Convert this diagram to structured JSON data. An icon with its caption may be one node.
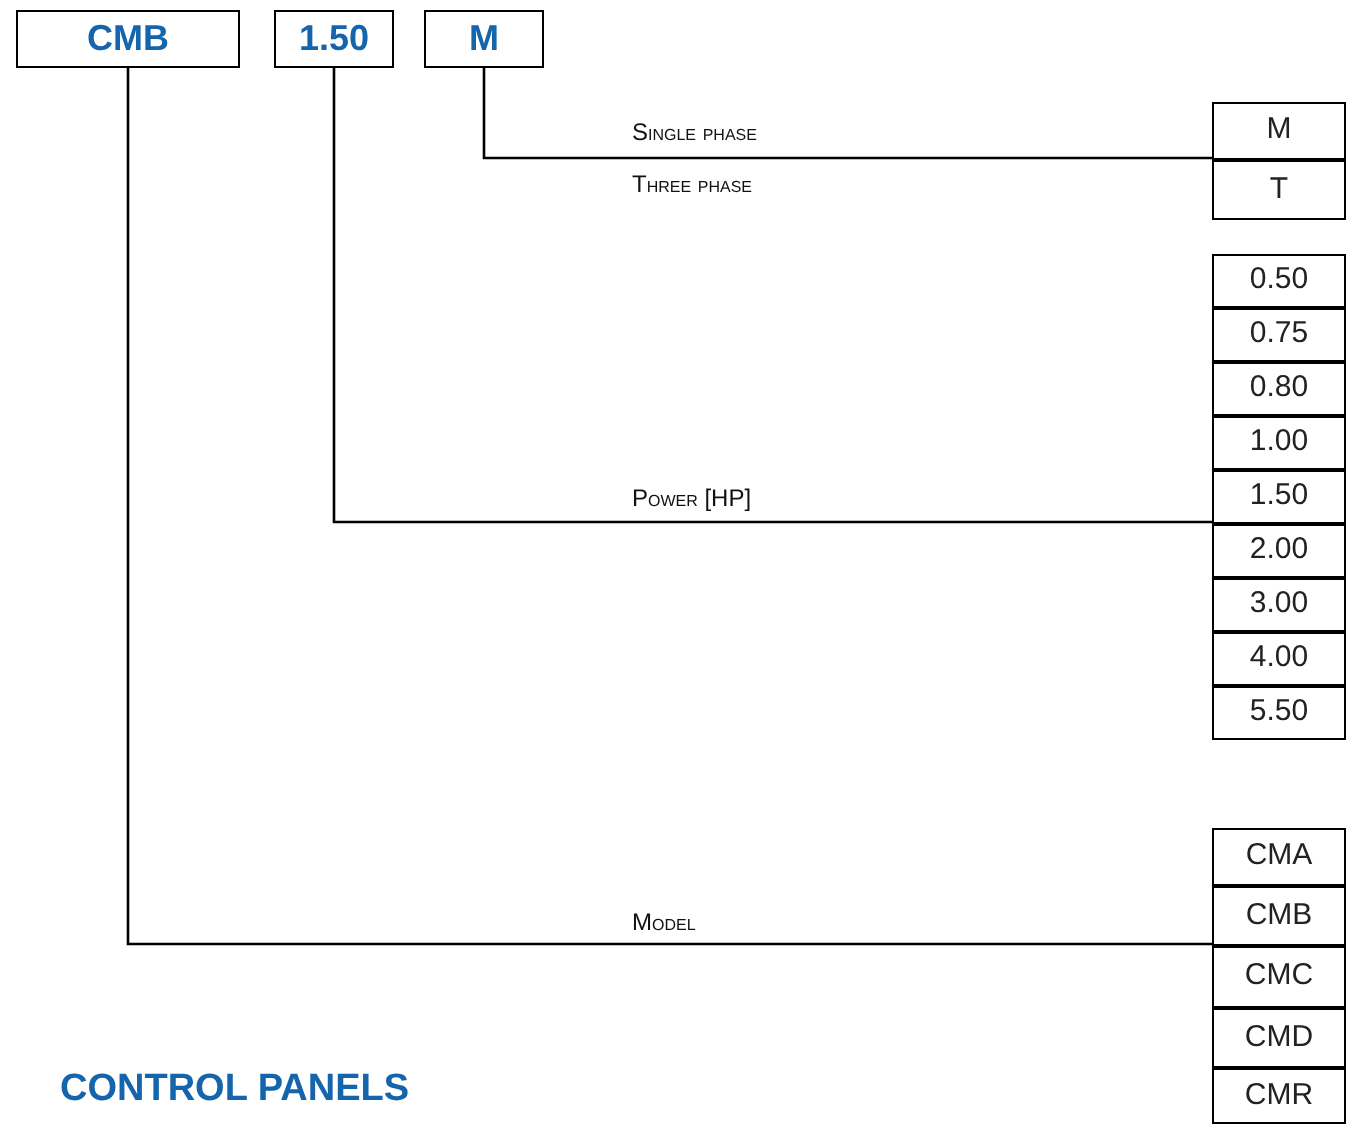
{
  "diagram": {
    "title": "CONTROL PANELS",
    "nodes": [
      {
        "text": [
          "CMB"
        ]
      },
      {
        "text": [
          "1.50"
        ]
      },
      {
        "text": [
          "M"
        ]
      },
      {
        "text": [
          "M"
        ]
      },
      {
        "text": [
          "T"
        ]
      },
      {
        "text": [
          "0.50"
        ]
      },
      {
        "text": [
          "0.75"
        ]
      },
      {
        "text": [
          "0.80"
        ]
      },
      {
        "text": [
          "1.00"
        ]
      },
      {
        "text": [
          "1.50"
        ]
      },
      {
        "text": [
          "2.00"
        ]
      },
      {
        "text": [
          "3.00"
        ]
      },
      {
        "text": [
          "4.00"
        ]
      },
      {
        "text": [
          "5.50"
        ]
      },
      {
        "text": [
          "CMA"
        ]
      },
      {
        "text": [
          "CMB"
        ]
      },
      {
        "text": [
          "CMC"
        ]
      },
      {
        "text": [
          "CMD"
        ]
      },
      {
        "text": [
          "CMR"
        ]
      }
    ],
    "edges": [
      {
        "from": 2,
        "to": 3,
        "arrow": "none"
      },
      {
        "from": 1,
        "to": 9,
        "arrow": "none"
      },
      {
        "from": 0,
        "to": 15,
        "arrow": "none"
      }
    ],
    "labels": [
      "Single phase",
      "Three phase",
      "Power [HP]",
      "Model"
    ]
  }
}
